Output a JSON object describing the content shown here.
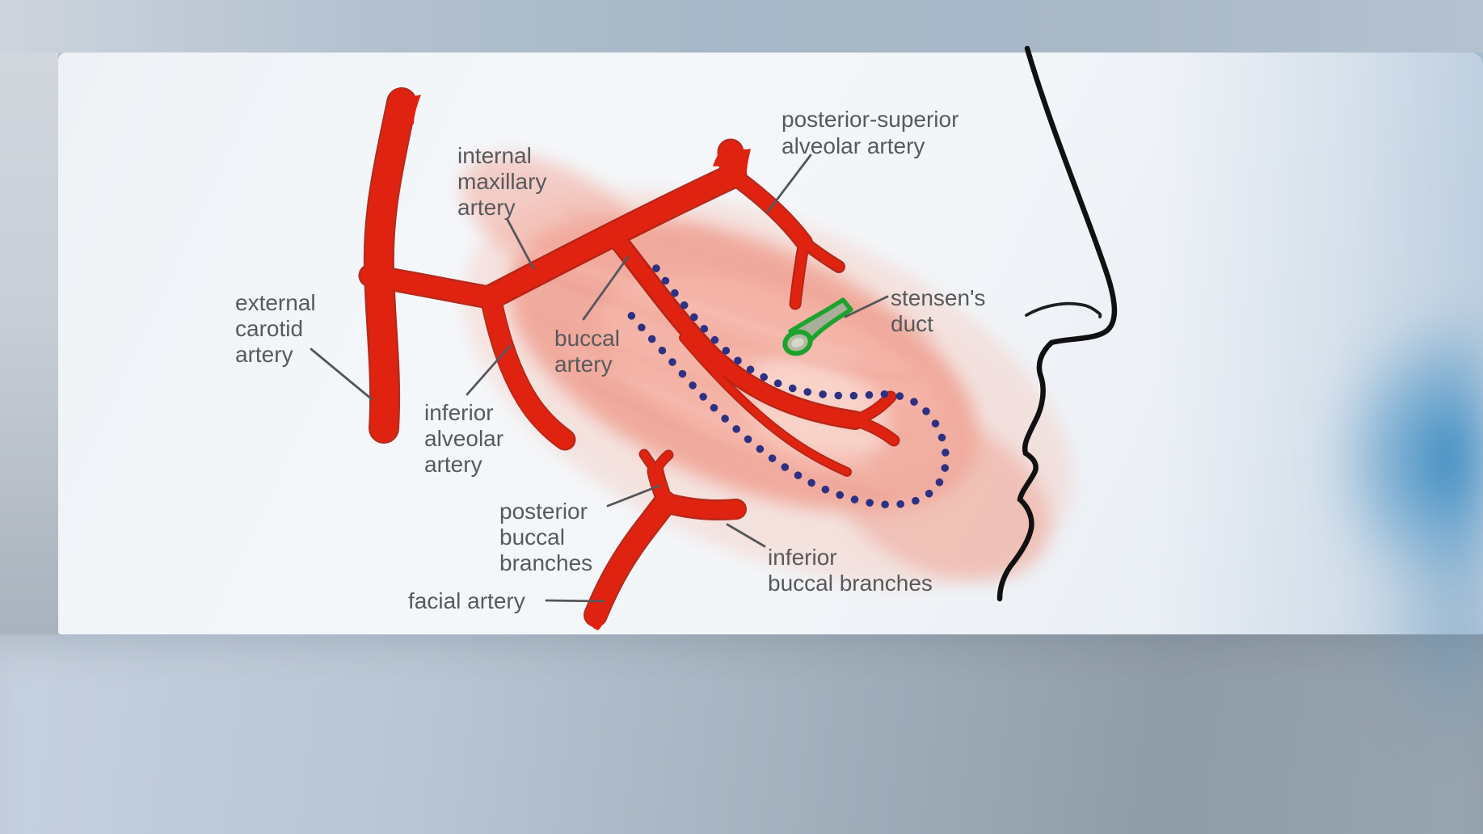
{
  "figure": {
    "title": "facial arteries anatomy diagram",
    "labels": {
      "posterior_superior_alveolar": {
        "line1": "posterior-superior",
        "line2": "alveolar artery"
      },
      "internal_maxillary": {
        "line1": "internal",
        "line2": "maxillary",
        "line3": "artery"
      },
      "external_carotid": {
        "line1": "external",
        "line2": "carotid",
        "line3": "artery"
      },
      "buccal": {
        "line1": "buccal",
        "line2": "artery"
      },
      "inferior_alveolar": {
        "line1": "inferior",
        "line2": "alveolar",
        "line3": "artery"
      },
      "stensens_duct": {
        "line1": "stensen's",
        "line2": "duct"
      },
      "posterior_buccal": {
        "line1": "posterior",
        "line2": "buccal",
        "line3": "branches"
      },
      "facial": {
        "line1": "facial artery"
      },
      "inferior_buccal": {
        "line1": "inferior",
        "line2": "buccal branches"
      }
    }
  },
  "colors": {
    "artery": "#e02311",
    "artery_outline": "#b01606",
    "muscle_pink": "#f1a497",
    "dots_navy": "#2d3183",
    "duct_green": "#1da32d",
    "duct_fill": "#a9ae9b",
    "label_text": "#58595b",
    "leader_line": "#55565a",
    "profile_black": "#111111",
    "panel_white": "#f3f6f9",
    "backdrop_blue": "#2982be"
  }
}
